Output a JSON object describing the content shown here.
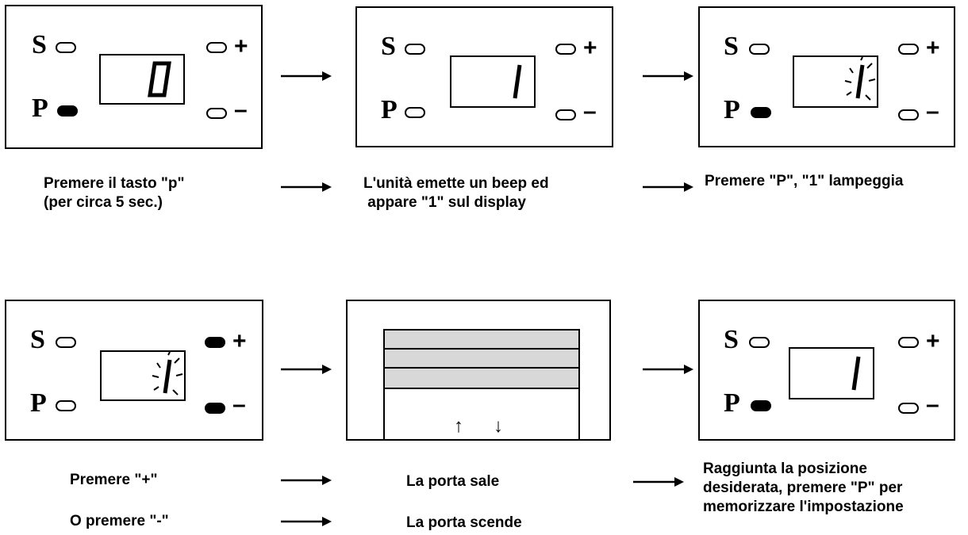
{
  "panel_labels": {
    "s": "S",
    "p": "P",
    "plus": "+",
    "minus": "–"
  },
  "steps": [
    {
      "display": "0",
      "s_led": false,
      "p_led": true,
      "plus_led": false,
      "minus_led": false,
      "blinking": false
    },
    {
      "display": "1",
      "s_led": false,
      "p_led": false,
      "plus_led": false,
      "minus_led": false,
      "blinking": false
    },
    {
      "display": "1",
      "s_led": false,
      "p_led": true,
      "plus_led": false,
      "minus_led": false,
      "blinking": true
    },
    {
      "display": "1",
      "s_led": false,
      "p_led": false,
      "plus_led": true,
      "minus_led": true,
      "blinking": true
    },
    {
      "display": "1",
      "s_led": false,
      "p_led": true,
      "plus_led": false,
      "minus_led": false,
      "blinking": false
    }
  ],
  "captions": {
    "c1": "Premere il tasto \"p\"\n(per circa 5 sec.)",
    "c2": "L'unità emette un beep ed\n appare \"1\" sul display",
    "c3": "Premere \"P\", \"1\" lampeggia",
    "c4a": "Premere \"+\"",
    "c4b": "O premere \"-\"",
    "c5a": "La porta sale",
    "c5b": "La porta scende",
    "c6": "Raggiunta la posizione\ndesiderata, premere \"P\" per\nmemorizzare l'impostazione"
  },
  "door": {
    "up_arrow": "↑",
    "down_arrow": "↓"
  }
}
